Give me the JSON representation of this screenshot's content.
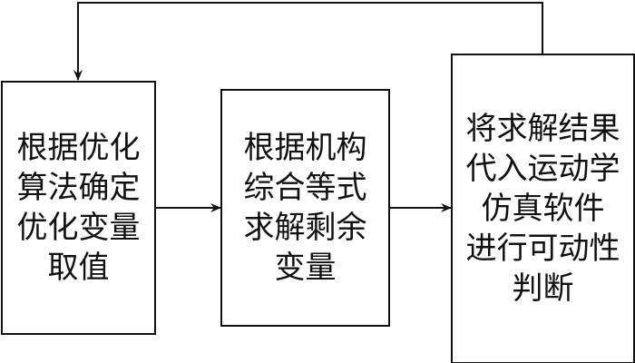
{
  "boxes": [
    {
      "lines": [
        "根据优化",
        "算法确定",
        "优化变量",
        "取值"
      ]
    },
    {
      "lines": [
        "根据机构",
        "综合等式",
        "求解剩余",
        "变量"
      ]
    },
    {
      "lines": [
        "将求解结果",
        "代入运动学",
        "仿真软件",
        "进行可动性",
        "判断"
      ]
    }
  ]
}
